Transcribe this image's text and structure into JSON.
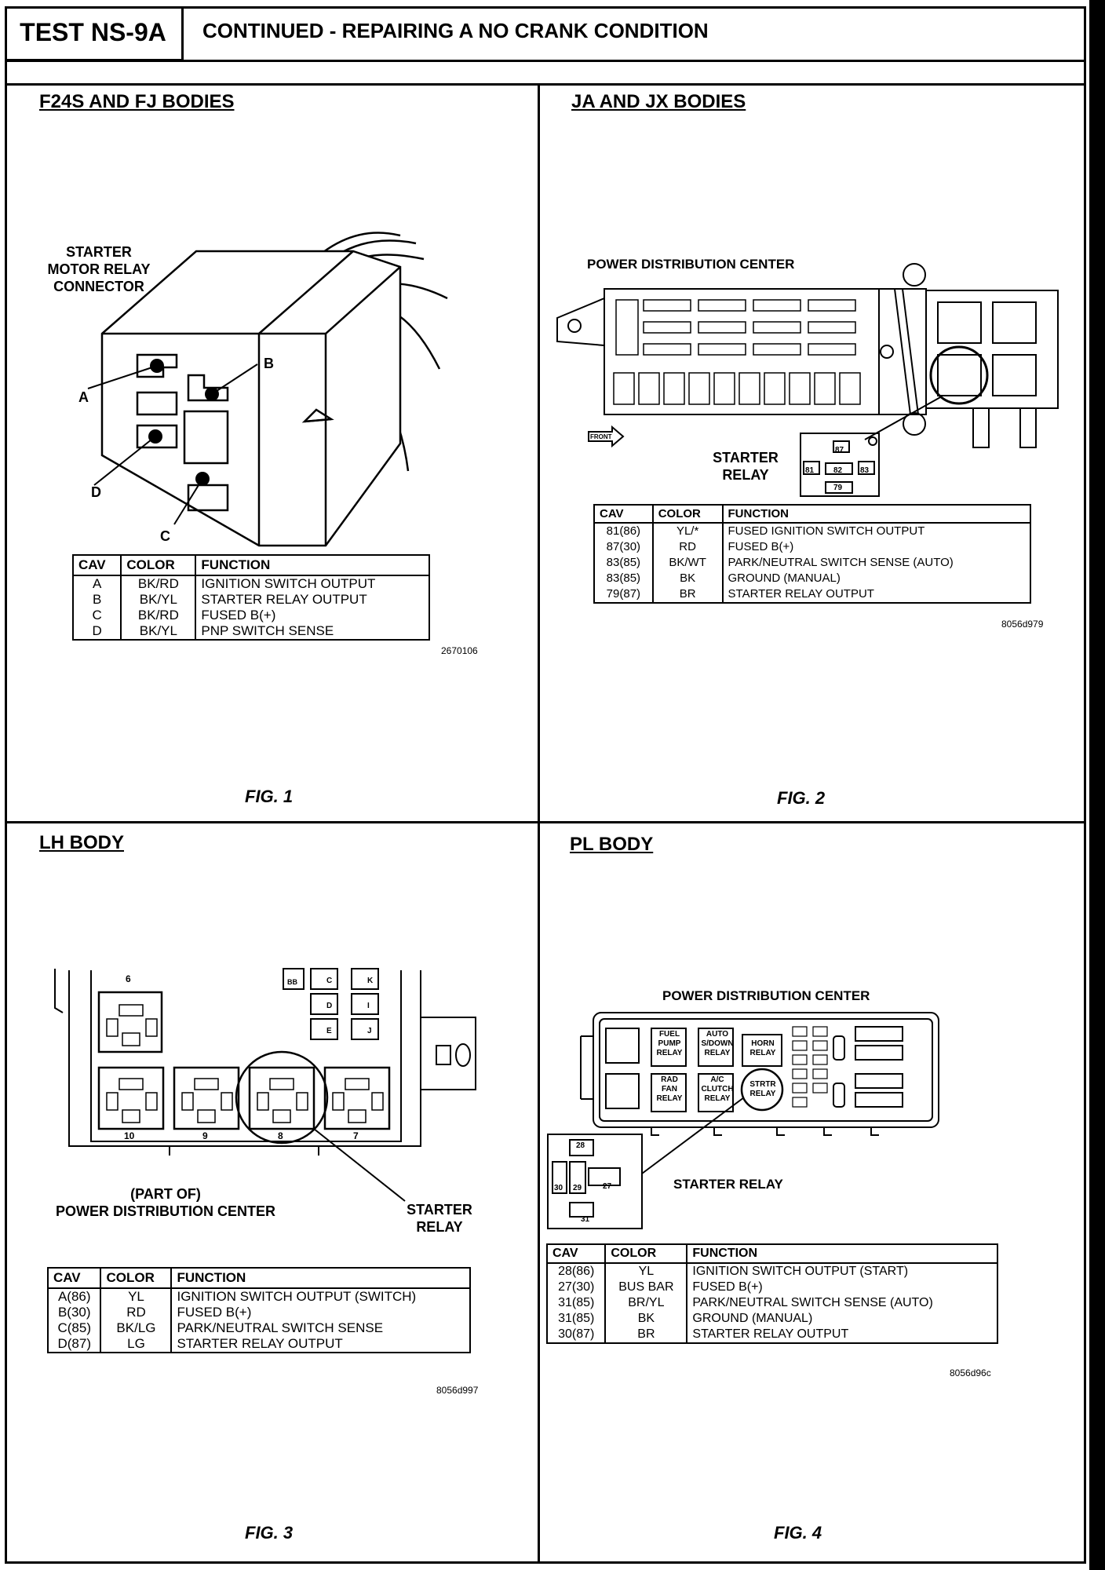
{
  "header": {
    "test_id": "TEST NS-9A",
    "title": "CONTINUED - REPAIRING A NO CRANK CONDITION"
  },
  "fig1": {
    "section_title": "F24S AND FJ BODIES",
    "connector_label": [
      "STARTER",
      "MOTOR RELAY",
      "CONNECTOR"
    ],
    "pin_labels": [
      "A",
      "B",
      "C",
      "D"
    ],
    "table": {
      "headers": [
        "CAV",
        "COLOR",
        "FUNCTION"
      ],
      "rows": [
        [
          "A",
          "BK/RD",
          "IGNITION SWITCH OUTPUT"
        ],
        [
          "B",
          "BK/YL",
          "STARTER RELAY OUTPUT"
        ],
        [
          "C",
          "BK/RD",
          "FUSED B(+)"
        ],
        [
          "D",
          "BK/YL",
          "PNP SWITCH SENSE"
        ]
      ]
    },
    "code": "2670106",
    "caption": "FIG. 1"
  },
  "fig2": {
    "section_title": "JA AND JX BODIES",
    "pdc_label": "POWER DISTRIBUTION CENTER",
    "relay_label": [
      "STARTER",
      "RELAY"
    ],
    "front_label": "FRONT",
    "relay_pins": [
      "87",
      "81",
      "82",
      "83",
      "79"
    ],
    "table": {
      "headers": [
        "CAV",
        "COLOR",
        "FUNCTION"
      ],
      "rows": [
        [
          "81(86)",
          "YL/*",
          "FUSED IGNITION SWITCH OUTPUT"
        ],
        [
          "87(30)",
          "RD",
          "FUSED B(+)"
        ],
        [
          "83(85)",
          "BK/WT",
          "PARK/NEUTRAL SWITCH SENSE (AUTO)"
        ],
        [
          "83(85)",
          "BK",
          "GROUND (MANUAL)"
        ],
        [
          "79(87)",
          "BR",
          "STARTER RELAY OUTPUT"
        ]
      ]
    },
    "code": "8056d979",
    "caption": "FIG. 2"
  },
  "fig3": {
    "section_title": "LH BODY",
    "relay_numbers": [
      "6",
      "10",
      "9",
      "8",
      "7"
    ],
    "fuse_letters": [
      "BB",
      "C",
      "K",
      "D",
      "I",
      "E",
      "J"
    ],
    "pdc_label": [
      "(PART OF)",
      "POWER DISTRIBUTION CENTER"
    ],
    "relay_label": [
      "STARTER",
      "RELAY"
    ],
    "table": {
      "headers": [
        "CAV",
        "COLOR",
        "FUNCTION"
      ],
      "rows": [
        [
          "A(86)",
          "YL",
          "IGNITION SWITCH OUTPUT (SWITCH)"
        ],
        [
          "B(30)",
          "RD",
          "FUSED B(+)"
        ],
        [
          "C(85)",
          "BK/LG",
          "PARK/NEUTRAL SWITCH SENSE"
        ],
        [
          "D(87)",
          "LG",
          "STARTER RELAY OUTPUT"
        ]
      ]
    },
    "code": "8056d997",
    "caption": "FIG. 3"
  },
  "fig4": {
    "section_title": "PL BODY",
    "pdc_label": "POWER DISTRIBUTION CENTER",
    "relays": [
      [
        "FUEL",
        "PUMP",
        "RELAY"
      ],
      [
        "AUTO",
        "S/DOWN",
        "RELAY"
      ],
      [
        "HORN",
        "RELAY"
      ],
      [
        "RAD",
        "FAN",
        "RELAY"
      ],
      [
        "A/C",
        "CLUTCH",
        "RELAY"
      ],
      [
        "STRTR",
        "RELAY"
      ]
    ],
    "relay_pins": [
      "28",
      "30",
      "29",
      "27",
      "31"
    ],
    "relay_label": "STARTER RELAY",
    "table": {
      "headers": [
        "CAV",
        "COLOR",
        "FUNCTION"
      ],
      "rows": [
        [
          "28(86)",
          "YL",
          "IGNITION SWITCH OUTPUT (START)"
        ],
        [
          "27(30)",
          "BUS BAR",
          "FUSED B(+)"
        ],
        [
          "31(85)",
          "BR/YL",
          "PARK/NEUTRAL SWITCH SENSE (AUTO)"
        ],
        [
          "31(85)",
          "BK",
          "GROUND (MANUAL)"
        ],
        [
          "30(87)",
          "BR",
          "STARTER RELAY OUTPUT"
        ]
      ]
    },
    "code": "8056d96c",
    "caption": "FIG. 4"
  }
}
